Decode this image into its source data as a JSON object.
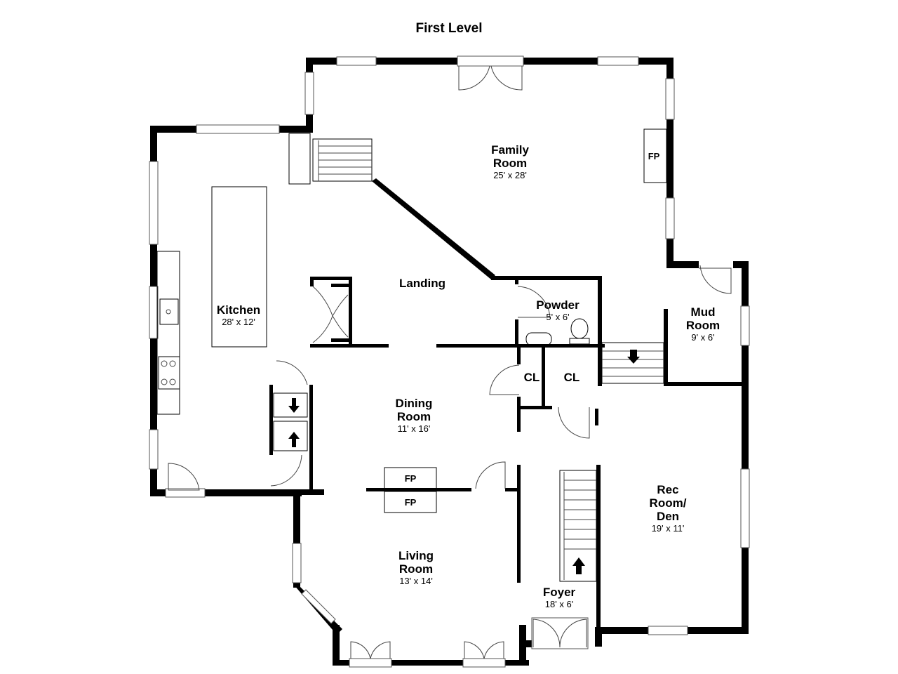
{
  "title": "First Level",
  "rooms": {
    "family_room": {
      "name_line1": "Family",
      "name_line2": "Room",
      "size": "25' x 28'"
    },
    "kitchen": {
      "name": "Kitchen",
      "size": "28' x 12'"
    },
    "landing": {
      "name": "Landing"
    },
    "powder": {
      "name": "Powder",
      "size": "5' x 6'"
    },
    "mud_room": {
      "name_line1": "Mud",
      "name_line2": "Room",
      "size": "9' x 6'"
    },
    "closet_1": {
      "name": "CL"
    },
    "closet_2": {
      "name": "CL"
    },
    "dining_room": {
      "name_line1": "Dining",
      "name_line2": "Room",
      "size": "11' x 16'"
    },
    "rec_room": {
      "name_line1": "Rec",
      "name_line2": "Room/",
      "name_line3": "Den",
      "size": "19' x 11'"
    },
    "living_room": {
      "name_line1": "Living",
      "name_line2": "Room",
      "size": "13' x 14'"
    },
    "foyer": {
      "name": "Foyer",
      "size": "18' x 6'"
    }
  },
  "fireplaces": {
    "family_room": "FP",
    "dining_room": "FP",
    "living_room": "FP"
  }
}
